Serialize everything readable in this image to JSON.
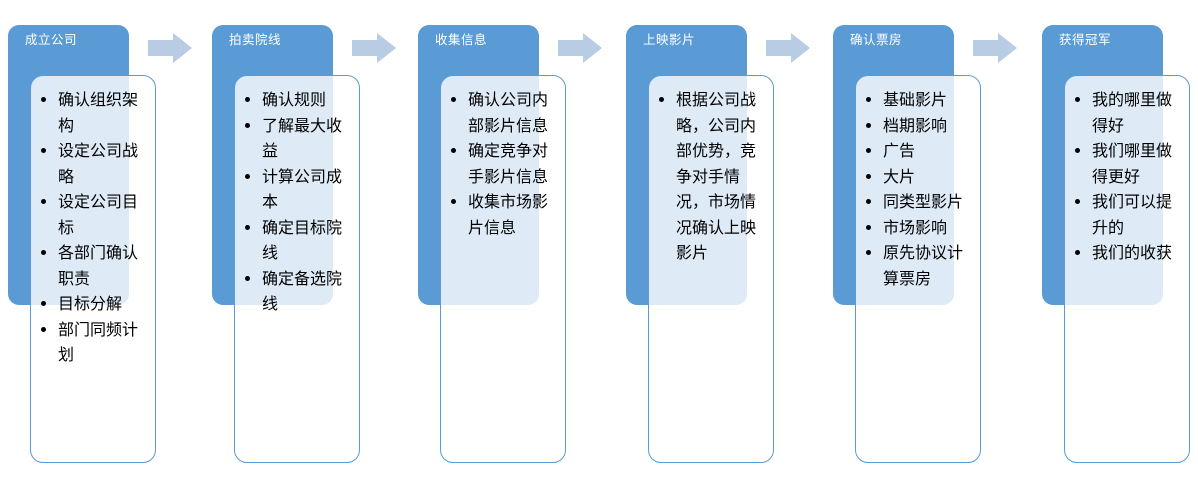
{
  "diagram": {
    "type": "process-flow",
    "steps": [
      {
        "title": "成立公司",
        "bullets": [
          "确认组织架构",
          "设定公司战略",
          "设定公司目标",
          "各部门确认职责",
          "目标分解",
          "部门同频计划"
        ]
      },
      {
        "title": "拍卖院线",
        "bullets": [
          "确认规则",
          "了解最大收益",
          "计算公司成本",
          "确定目标院线",
          "确定备选院线"
        ]
      },
      {
        "title": "收集信息",
        "bullets": [
          "确认公司内部影片信息",
          "确定竞争对手影片信息",
          "收集市场影片信息"
        ]
      },
      {
        "title": "上映影片",
        "bullets": [
          "根据公司战略，公司内部优势，竞争对手情况，市场情况确认上映影片"
        ]
      },
      {
        "title": "确认票房",
        "bullets": [
          "基础影片",
          "档期影响",
          "广告",
          "大片",
          "同类型影片",
          "市场影响",
          "原先协议计算票房"
        ]
      },
      {
        "title": "获得冠军",
        "bullets": [
          "我的哪里做得好",
          "我们哪里做得更好",
          "我们可以提升的",
          "我们的收获"
        ]
      }
    ],
    "colors": {
      "step_fill": "#5b9bd5",
      "card_border": "#5b9bd5",
      "card_fill": "rgba(255,255,255,0.8)",
      "arrow_fill": "#b8cce4",
      "title_color": "#ffffff",
      "bullet_text_color": "#000000"
    },
    "arrow_icon": "right-arrow"
  }
}
